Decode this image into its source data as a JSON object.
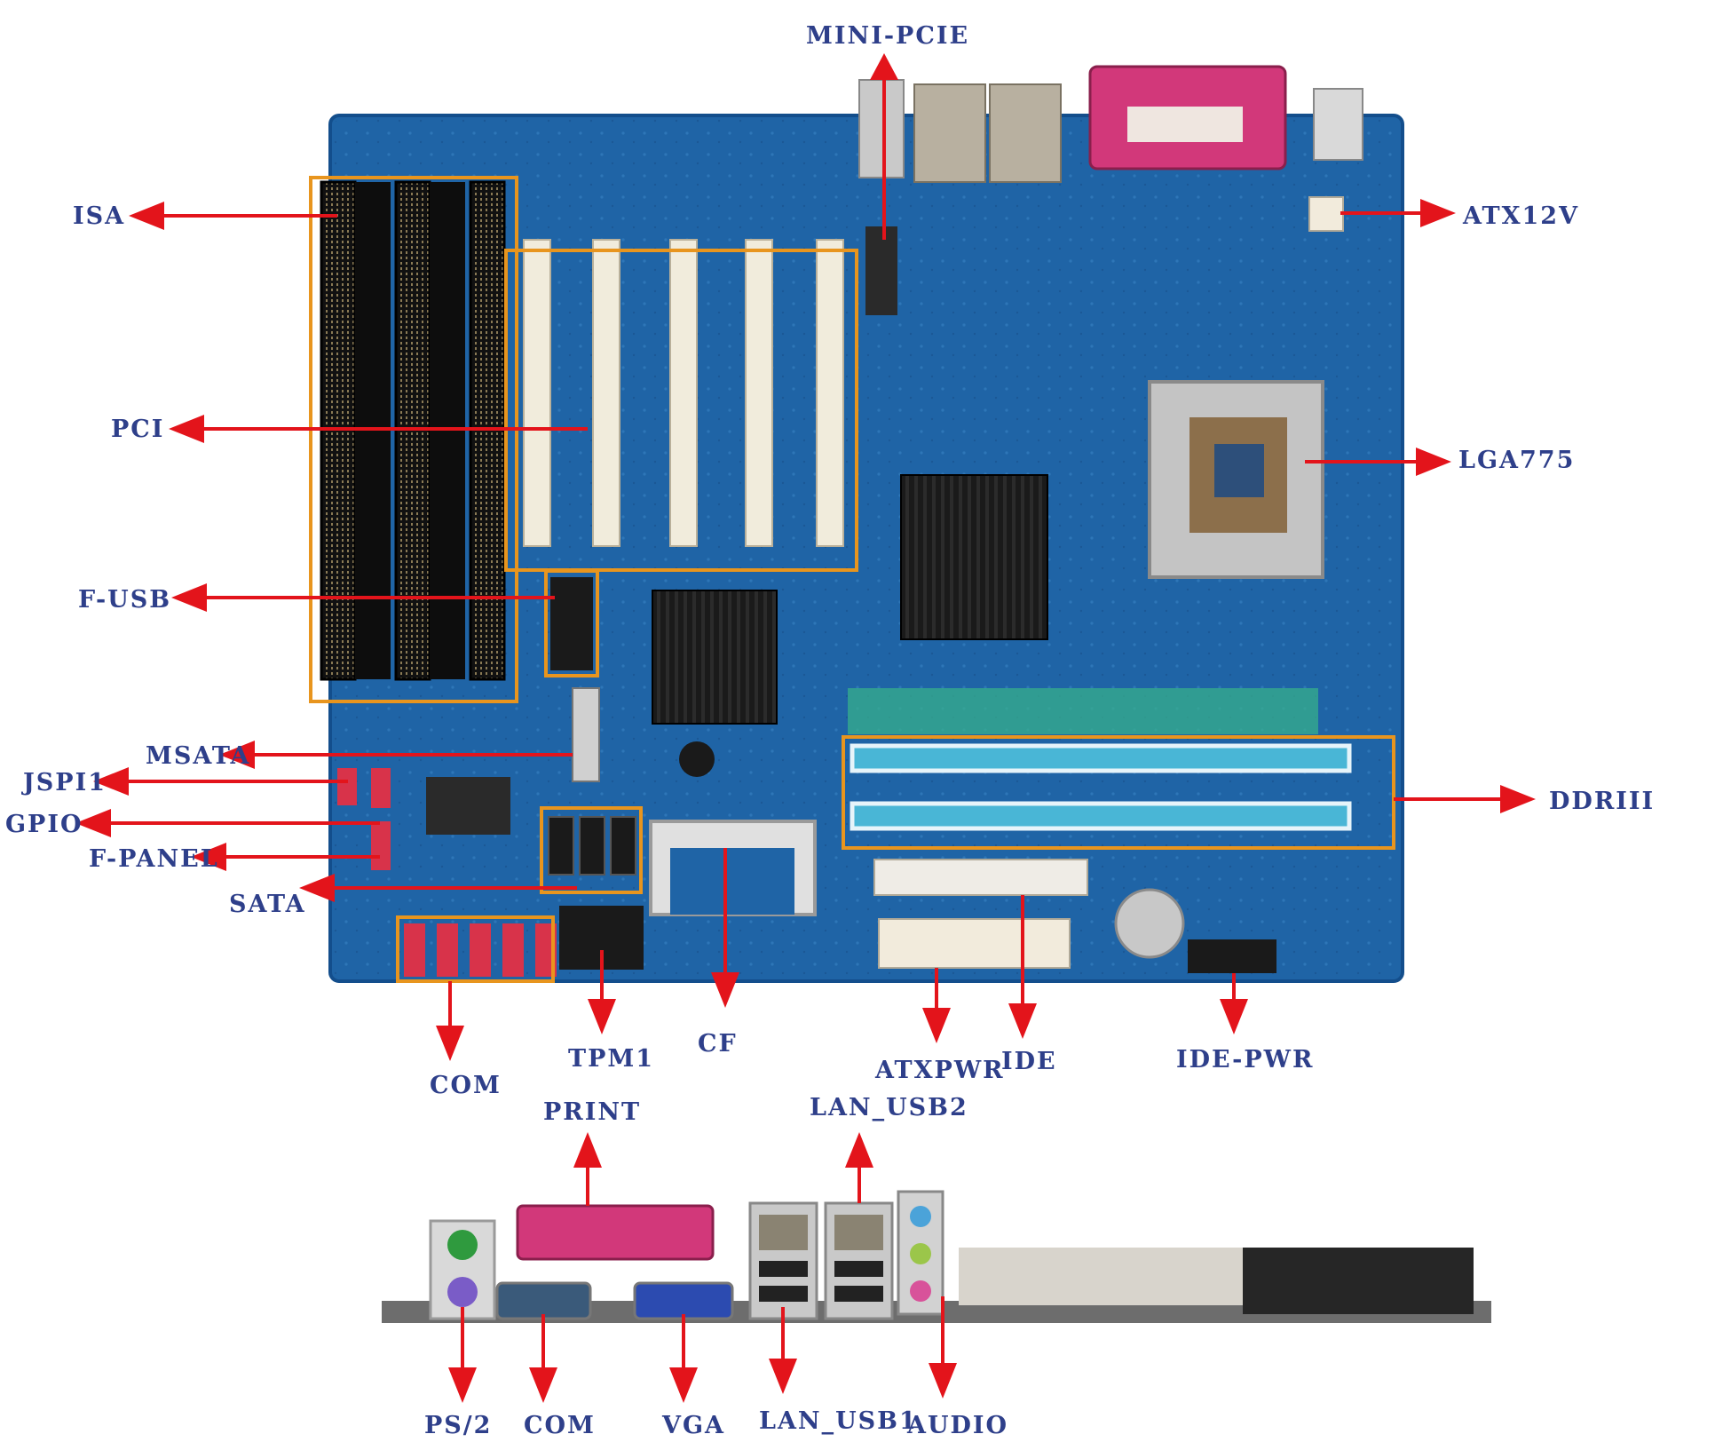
{
  "labels": {
    "mini_pcie": "MINI-PCIE",
    "isa": "ISA",
    "atx12v": "ATX12V",
    "pci": "PCI",
    "lga775": "LGA775",
    "f_usb": "F-USB",
    "msata": "MSATA",
    "jspi1": "JSPI1",
    "gpio": "GPIO",
    "f_panel": "F-PANEL",
    "sata": "SATA",
    "ddriii": "DDRIII",
    "com_top": "COM",
    "tpm1": "TPM1",
    "cf": "CF",
    "atxpwr": "ATXPWR",
    "ide": "IDE",
    "ide_pwr": "IDE-PWR",
    "print": "PRINT",
    "lan_usb2": "LAN_USB2",
    "ps2": "PS/2",
    "com_bottom": "COM",
    "vga": "VGA",
    "lan_usb1": "LAN_USB1",
    "audio": "AUDIO"
  },
  "colors": {
    "board": "#1f64a6",
    "board_edge": "#134e8c",
    "label": "#2e3f8a",
    "arrow": "#e3141b",
    "highlight": "#e8951e",
    "pci_slot": "#f1ecdc",
    "isa_slot": "#1c1c1c",
    "dimm_slot": "#49b6d6",
    "heatsink": "#141414",
    "parallel_port": "#d2387a"
  }
}
